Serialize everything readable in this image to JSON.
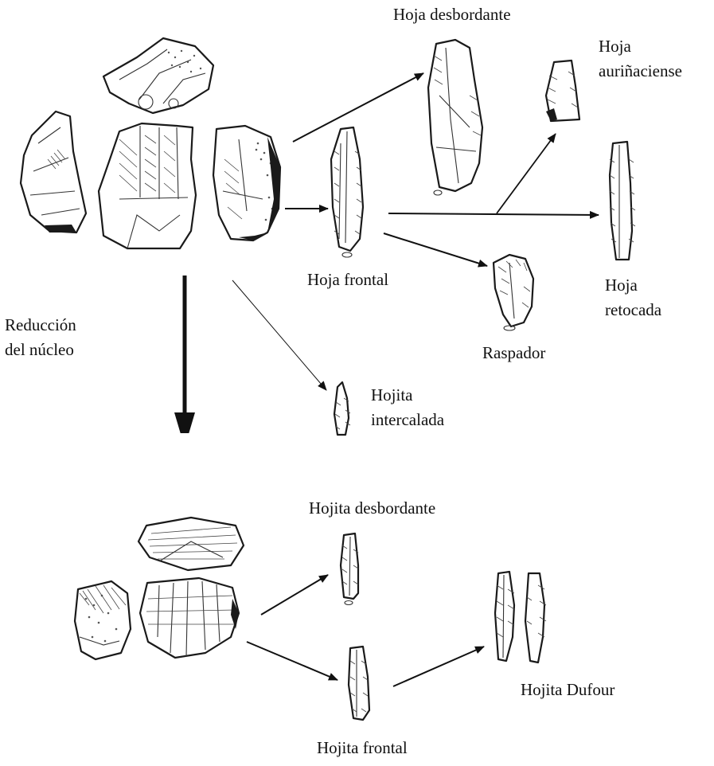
{
  "labels": {
    "hoja_desbordante": "Hoja desbordante",
    "hoja_aurinaciense_line1": "Hoja",
    "hoja_aurinaciense_line2": "auriñaciense",
    "hoja_frontal": "Hoja frontal",
    "hoja_retocada_line1": "Hoja",
    "hoja_retocada_line2": "retocada",
    "raspador": "Raspador",
    "reduccion_line1": "Reducción",
    "reduccion_line2": "del núcleo",
    "hojita_intercalada_line1": "Hojita",
    "hojita_intercalada_line2": "intercalada",
    "hojita_desbordante": "Hojita desbordante",
    "hojita_dufour": "Hojita Dufour",
    "hojita_frontal": "Hojita frontal"
  },
  "colors": {
    "ink": "#111111",
    "background": "#ffffff"
  }
}
